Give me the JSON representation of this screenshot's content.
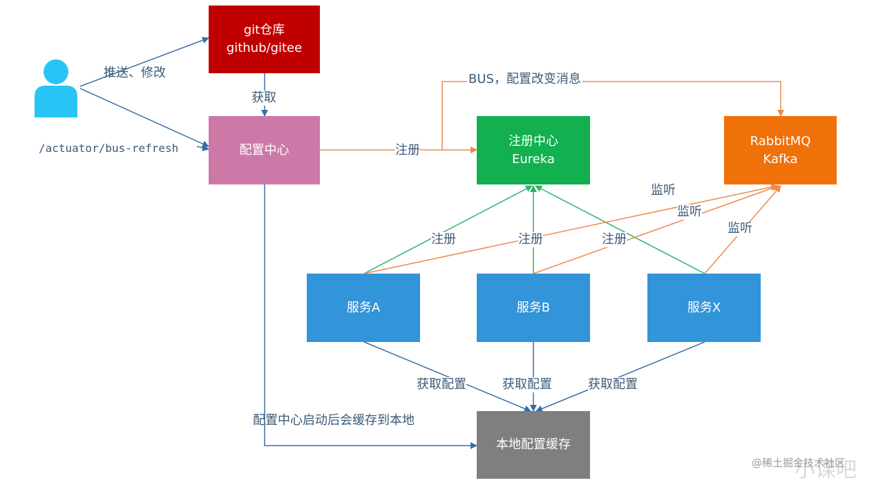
{
  "nodes": {
    "git_repo": {
      "label": "git仓库\ngithub/gitee",
      "color": "#c00000"
    },
    "config_center": {
      "label": "配置中心",
      "color": "#cc79a7"
    },
    "registry": {
      "label": "注册中心\nEureka",
      "color": "#13b050"
    },
    "mq": {
      "label": "RabbitMQ\nKafka",
      "color": "#f0700a"
    },
    "service_a": {
      "label": "服务A",
      "color": "#3294d9"
    },
    "service_b": {
      "label": "服务B",
      "color": "#3294d9"
    },
    "service_x": {
      "label": "服务X",
      "color": "#3294d9"
    },
    "local_cache": {
      "label": "本地配置缓存",
      "color": "#7f7f7f"
    }
  },
  "edge_labels": {
    "push_modify": "推送、修改",
    "fetch": "获取",
    "refresh_endpoint": "/actuator/bus-refresh",
    "register_center": "注册",
    "bus_message": "BUS，配置改变消息",
    "listen_a": "监听",
    "listen_b": "监听",
    "listen_x": "监听",
    "register_a": "注册",
    "register_b": "注册",
    "register_x": "注册",
    "fetch_config_a": "获取配置",
    "fetch_config_b": "获取配置",
    "fetch_config_x": "获取配置",
    "cache_on_start": "配置中心启动后会缓存到本地"
  },
  "watermark": {
    "text": "@稀土掘金技术社区",
    "overlay": "小课吧"
  },
  "colors": {
    "user_icon": "#29c4f6",
    "blue_edge": "#3a6ea5",
    "orange_edge": "#f0874a",
    "green_edge": "#2cb56a"
  },
  "icons": {
    "user": "user-icon"
  }
}
